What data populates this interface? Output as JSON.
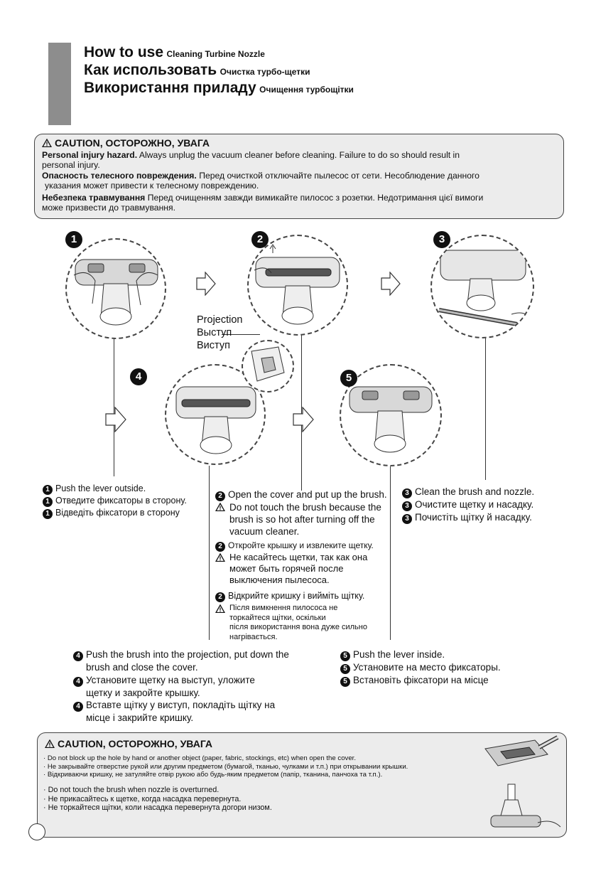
{
  "header": {
    "title_en": "How to use",
    "subtitle_en": "Cleaning Turbine Nozzle",
    "title_ru": "Как использовать",
    "subtitle_ru": "Очистка турбо-щетки",
    "title_uk": "Використання приладу",
    "subtitle_uk": "Очищення турбощітки"
  },
  "caution1": {
    "heading": "CAUTION, ОСТОРОЖНО, УВАГА",
    "en_bold_1": "Personal",
    "en_bold_2": "injury hazard.",
    "en_text": "Always unplug the vacuum cleaner before cleaning. Failure to do so should result in",
    "en_text_2": "personal injury.",
    "ru_bold": "Опасность телесного повреждения.",
    "ru_text": "Перед очисткой отключайте пылесос от сети. Несоблюдение данного",
    "ru_text_2": "указания может привести к телесному повреждению.",
    "uk_bold": "Небезпека травмування",
    "uk_text": "Перед очищенням завжди вимикайте пилосос з розетки. Недотримання цієї вимоги",
    "uk_text_2": "може призвести до травмування."
  },
  "steps": {
    "n1": "1",
    "n2": "2",
    "n3": "3",
    "n4": "4",
    "n5": "5",
    "projection": [
      "Projection",
      "Выступ",
      "Виступ"
    ]
  },
  "instructions": {
    "s1": [
      "Push the lever outside.",
      "Отведите фиксаторы в сторону.",
      "Відведіть фіксатори в сторону"
    ],
    "s2_en_1": "Open the cover and put up the brush.",
    "s2_en_warn": [
      "Do not touch the brush because the",
      "brush is so hot  after turning off the",
      "vacuum cleaner."
    ],
    "s2_ru_1": "Откройте крышку и извлеките щетку.",
    "s2_ru_warn": [
      "Не касайтесь щетки, так как она",
      "может быть  горячей после",
      "выключения пылесоса."
    ],
    "s2_uk_1": "Відкрийте кришку і вийміть щітку.",
    "s2_uk_warn": [
      "Після вимкнення пилососа не",
      "торкайтеся щітки, оскільки",
      "після використання вона дуже сильно",
      "нагрівається."
    ],
    "s3": [
      "Clean the brush and nozzle.",
      "Очистите щетку и насадку.",
      "Почистіть щітку й насадку."
    ],
    "s4_en": [
      "Push the brush into the projection, put down the",
      "brush and close the cover."
    ],
    "s4_ru": [
      "Установите щетку на выступ, уложите",
      "щетку и закройте крышку."
    ],
    "s4_uk": [
      "Вставте щітку у виступ, покладіть щітку на",
      "місце і закрийте кришку."
    ],
    "s5": [
      "Push the lever inside.",
      "Установите на место фиксаторы.",
      "Встановіть фіксатори на місце"
    ]
  },
  "caution2": {
    "heading": "CAUTION, ОСТОРОЖНО, УВАГА",
    "group1": [
      "Do not block up the hole by hand or another object (paper, fabric, stockings, etc) when open the cover.",
      "Не закрывайте отверстие рукой или другим предметом (бумагой, тканью, чулками и т.п.) при открывании крышки.",
      "Відкриваючи кришку, не затуляйте отвір рукою або будь-яким предметом (папір, тканина, панчоха та т.п.)."
    ],
    "group2": [
      "Do not touch the brush when nozzle is overturned.",
      "Не прикасайтесь к щетке, когда насадка перевернута.",
      "Не торкайтеся щітки, коли насадка перевернута догори низом."
    ]
  },
  "colors": {
    "gray_tab": "#8d8d8d",
    "caution_bg": "#ececec"
  }
}
